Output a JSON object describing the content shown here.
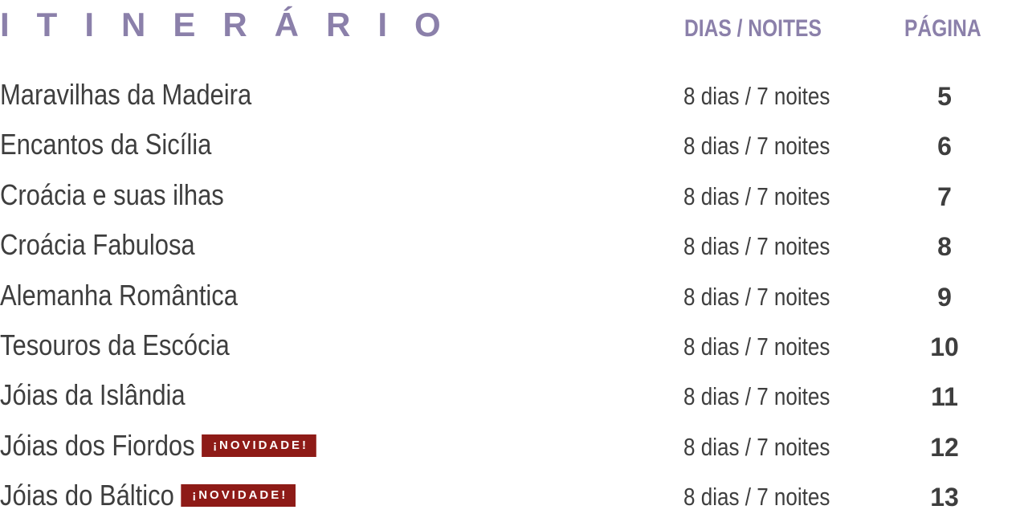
{
  "header": {
    "title": "ITINERÁRIO",
    "col_days": "DIAS / NOITES",
    "col_page": "PÁGINA"
  },
  "rows": [
    {
      "name": "Maravilhas da Madeira",
      "duration": "8 dias / 7 noites",
      "page": "5",
      "badge": ""
    },
    {
      "name": "Encantos da Sicília",
      "duration": "8 dias / 7 noites",
      "page": "6",
      "badge": ""
    },
    {
      "name": "Croácia e suas ilhas",
      "duration": "8 dias / 7 noites",
      "page": "7",
      "badge": ""
    },
    {
      "name": "Croácia Fabulosa",
      "duration": "8 dias / 7 noites",
      "page": "8",
      "badge": ""
    },
    {
      "name": "Alemanha Romântica",
      "duration": "8 dias / 7 noites",
      "page": "9",
      "badge": ""
    },
    {
      "name": "Tesouros da Escócia",
      "duration": "8 dias / 7 noites",
      "page": "10",
      "badge": ""
    },
    {
      "name": "Jóias da Islândia",
      "duration": "8 dias / 7 noites",
      "page": "11",
      "badge": ""
    },
    {
      "name": "Jóias dos Fiordos",
      "duration": "8 dias / 7 noites",
      "page": "12",
      "badge": "¡NOVIDADE!"
    },
    {
      "name": "Jóias do Báltico",
      "duration": "8 dias / 7 noites",
      "page": "13",
      "badge": "¡NOVIDADE!"
    }
  ],
  "colors": {
    "heading": "#8b80aa",
    "text": "#3e3e3e",
    "badge_bg": "#8e1b17"
  }
}
